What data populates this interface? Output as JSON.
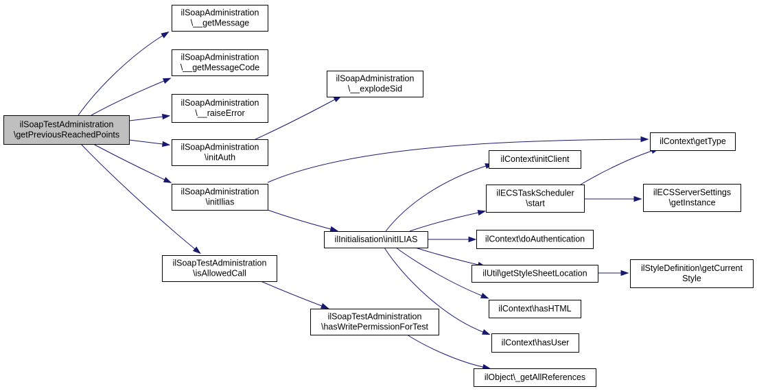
{
  "colors": {
    "edge": "#191970",
    "root_fill": "#bfbfbf",
    "node_fill": "#ffffff",
    "node_border": "#000000"
  },
  "nodes": [
    {
      "id": "root",
      "lines": [
        "ilSoapTestAdministration",
        "\\getPreviousReachedPoints"
      ],
      "highlighted": true
    },
    {
      "id": "getMessage",
      "lines": [
        "ilSoapAdministration",
        "\\__getMessage"
      ]
    },
    {
      "id": "getMessageCode",
      "lines": [
        "ilSoapAdministration",
        "\\__getMessageCode"
      ]
    },
    {
      "id": "raiseError",
      "lines": [
        "ilSoapAdministration",
        "\\__raiseError"
      ]
    },
    {
      "id": "initAuth",
      "lines": [
        "ilSoapAdministration",
        "\\initAuth"
      ]
    },
    {
      "id": "initIlias",
      "lines": [
        "ilSoapAdministration",
        "\\initIlias"
      ]
    },
    {
      "id": "isAllowedCall",
      "lines": [
        "ilSoapTestAdministration",
        "\\isAllowedCall"
      ]
    },
    {
      "id": "explodeSid",
      "lines": [
        "ilSoapAdministration",
        "\\__explodeSid"
      ]
    },
    {
      "id": "initILIAS",
      "lines": [
        "ilInitialisation\\initILIAS"
      ]
    },
    {
      "id": "hasWritePermission",
      "lines": [
        "ilSoapTestAdministration",
        "\\hasWritePermissionForTest"
      ]
    },
    {
      "id": "getType",
      "lines": [
        "ilContext\\getType"
      ]
    },
    {
      "id": "initClient",
      "lines": [
        "ilContext\\initClient"
      ]
    },
    {
      "id": "ecsStart",
      "lines": [
        "ilECSTaskScheduler",
        "\\start"
      ]
    },
    {
      "id": "doAuthentication",
      "lines": [
        "ilContext\\doAuthentication"
      ]
    },
    {
      "id": "styleSheet",
      "lines": [
        "ilUtil\\getStyleSheetLocation"
      ]
    },
    {
      "id": "hasHTML",
      "lines": [
        "ilContext\\hasHTML"
      ]
    },
    {
      "id": "hasUser",
      "lines": [
        "ilContext\\hasUser"
      ]
    },
    {
      "id": "getAllReferences",
      "lines": [
        "ilObject\\_getAllReferences"
      ]
    },
    {
      "id": "ecsGetInstance",
      "lines": [
        "ilECSServerSettings",
        "\\getInstance"
      ]
    },
    {
      "id": "styleDefinition",
      "lines": [
        "ilStyleDefinition\\getCurrent",
        "Style"
      ]
    }
  ],
  "edges": [
    {
      "from": "root",
      "to": "getMessage"
    },
    {
      "from": "root",
      "to": "getMessageCode"
    },
    {
      "from": "root",
      "to": "raiseError"
    },
    {
      "from": "root",
      "to": "initAuth"
    },
    {
      "from": "root",
      "to": "initIlias"
    },
    {
      "from": "root",
      "to": "isAllowedCall"
    },
    {
      "from": "initAuth",
      "to": "explodeSid"
    },
    {
      "from": "initIlias",
      "to": "getType"
    },
    {
      "from": "initIlias",
      "to": "initILIAS"
    },
    {
      "from": "isAllowedCall",
      "to": "hasWritePermission"
    },
    {
      "from": "hasWritePermission",
      "to": "getAllReferences"
    },
    {
      "from": "initILIAS",
      "to": "initClient"
    },
    {
      "from": "initILIAS",
      "to": "ecsStart"
    },
    {
      "from": "initILIAS",
      "to": "doAuthentication"
    },
    {
      "from": "initILIAS",
      "to": "styleSheet"
    },
    {
      "from": "initILIAS",
      "to": "hasHTML"
    },
    {
      "from": "initILIAS",
      "to": "hasUser"
    },
    {
      "from": "ecsStart",
      "to": "getType"
    },
    {
      "from": "ecsStart",
      "to": "ecsGetInstance"
    },
    {
      "from": "styleSheet",
      "to": "styleDefinition"
    }
  ]
}
